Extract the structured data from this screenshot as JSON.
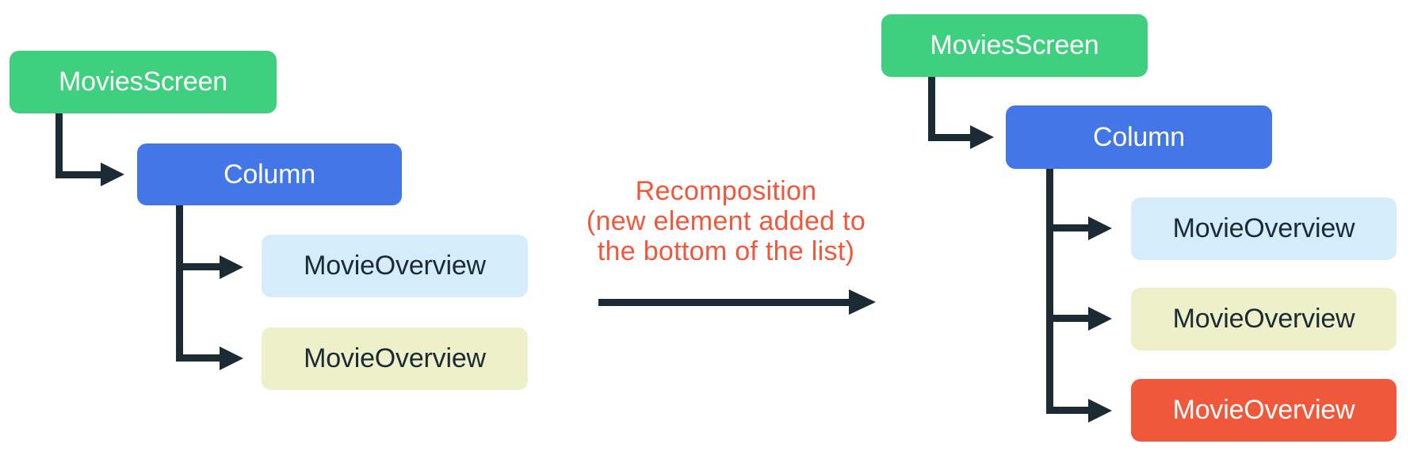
{
  "colors": {
    "node-green": "#3FD07F",
    "node-blue": "#4377E8",
    "node-lightblue": "#D5ECFA",
    "node-cream": "#EDF0C8",
    "node-orange": "#F0583B",
    "annotation-orange": "#F2573C",
    "connector-dark": "#1C2B33",
    "label-dark": "#1C2B33",
    "label-light": "#FFFFFF",
    "background": "#FFFFFF"
  },
  "left_tree": {
    "root": "MoviesScreen",
    "column": "Column",
    "child1": "MovieOverview",
    "child2": "MovieOverview"
  },
  "annotation": {
    "line1": "Recomposition",
    "line2": "(new element added to",
    "line3": "the bottom of the list)"
  },
  "right_tree": {
    "root": "MoviesScreen",
    "column": "Column",
    "child1": "MovieOverview",
    "child2": "MovieOverview",
    "child3": "MovieOverview"
  }
}
